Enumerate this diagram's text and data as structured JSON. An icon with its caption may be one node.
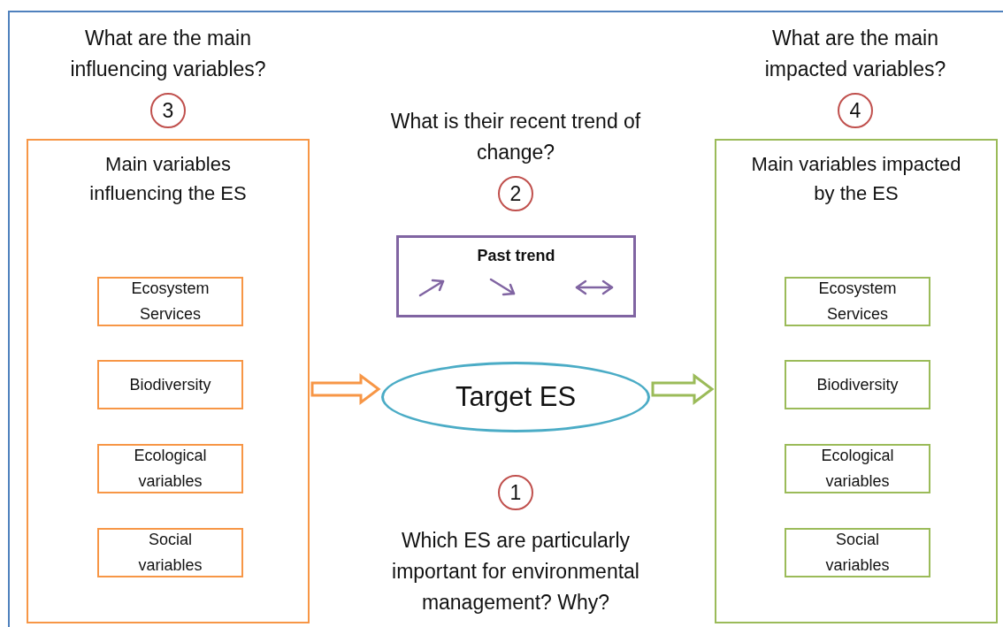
{
  "diagram": {
    "nodes": [
      {
        "text": [
          "3"
        ],
        "beside": [
          "What are the main influencing variables?"
        ]
      },
      {
        "text": [
          "4"
        ],
        "beside": [
          "What are the main impacted variables?"
        ]
      },
      {
        "text": [
          "Main variables influencing the ES"
        ]
      },
      {
        "text": [
          "Ecosystem Services"
        ],
        "in": 2
      },
      {
        "text": [
          "Biodiversity"
        ],
        "in": 2
      },
      {
        "text": [
          "Ecological variables"
        ],
        "in": 2
      },
      {
        "text": [
          "Social variables"
        ],
        "in": 2
      },
      {
        "text": [
          "Main variables impacted by the ES"
        ]
      },
      {
        "text": [
          "Ecosystem Services"
        ],
        "in": 7
      },
      {
        "text": [
          "Biodiversity"
        ],
        "in": 7
      },
      {
        "text": [
          "Ecological variables"
        ],
        "in": 7
      },
      {
        "text": [
          "Social variables"
        ],
        "in": 7
      },
      {
        "text": [
          "2"
        ],
        "beside": [
          "What is their recent trend of change?"
        ]
      },
      {
        "text": [
          "Past trend"
        ]
      },
      {
        "text": [
          "Target ES"
        ]
      },
      {
        "text": [
          "1"
        ],
        "beside": [
          "Which ES are particularly important for environmental management? Why?"
        ]
      }
    ],
    "edges": [
      {
        "from": 2,
        "to": 14,
        "arrow": "to",
        "color": "#f79646"
      },
      {
        "from": 14,
        "to": 7,
        "arrow": "to",
        "color": "#9bbb59"
      }
    ]
  }
}
